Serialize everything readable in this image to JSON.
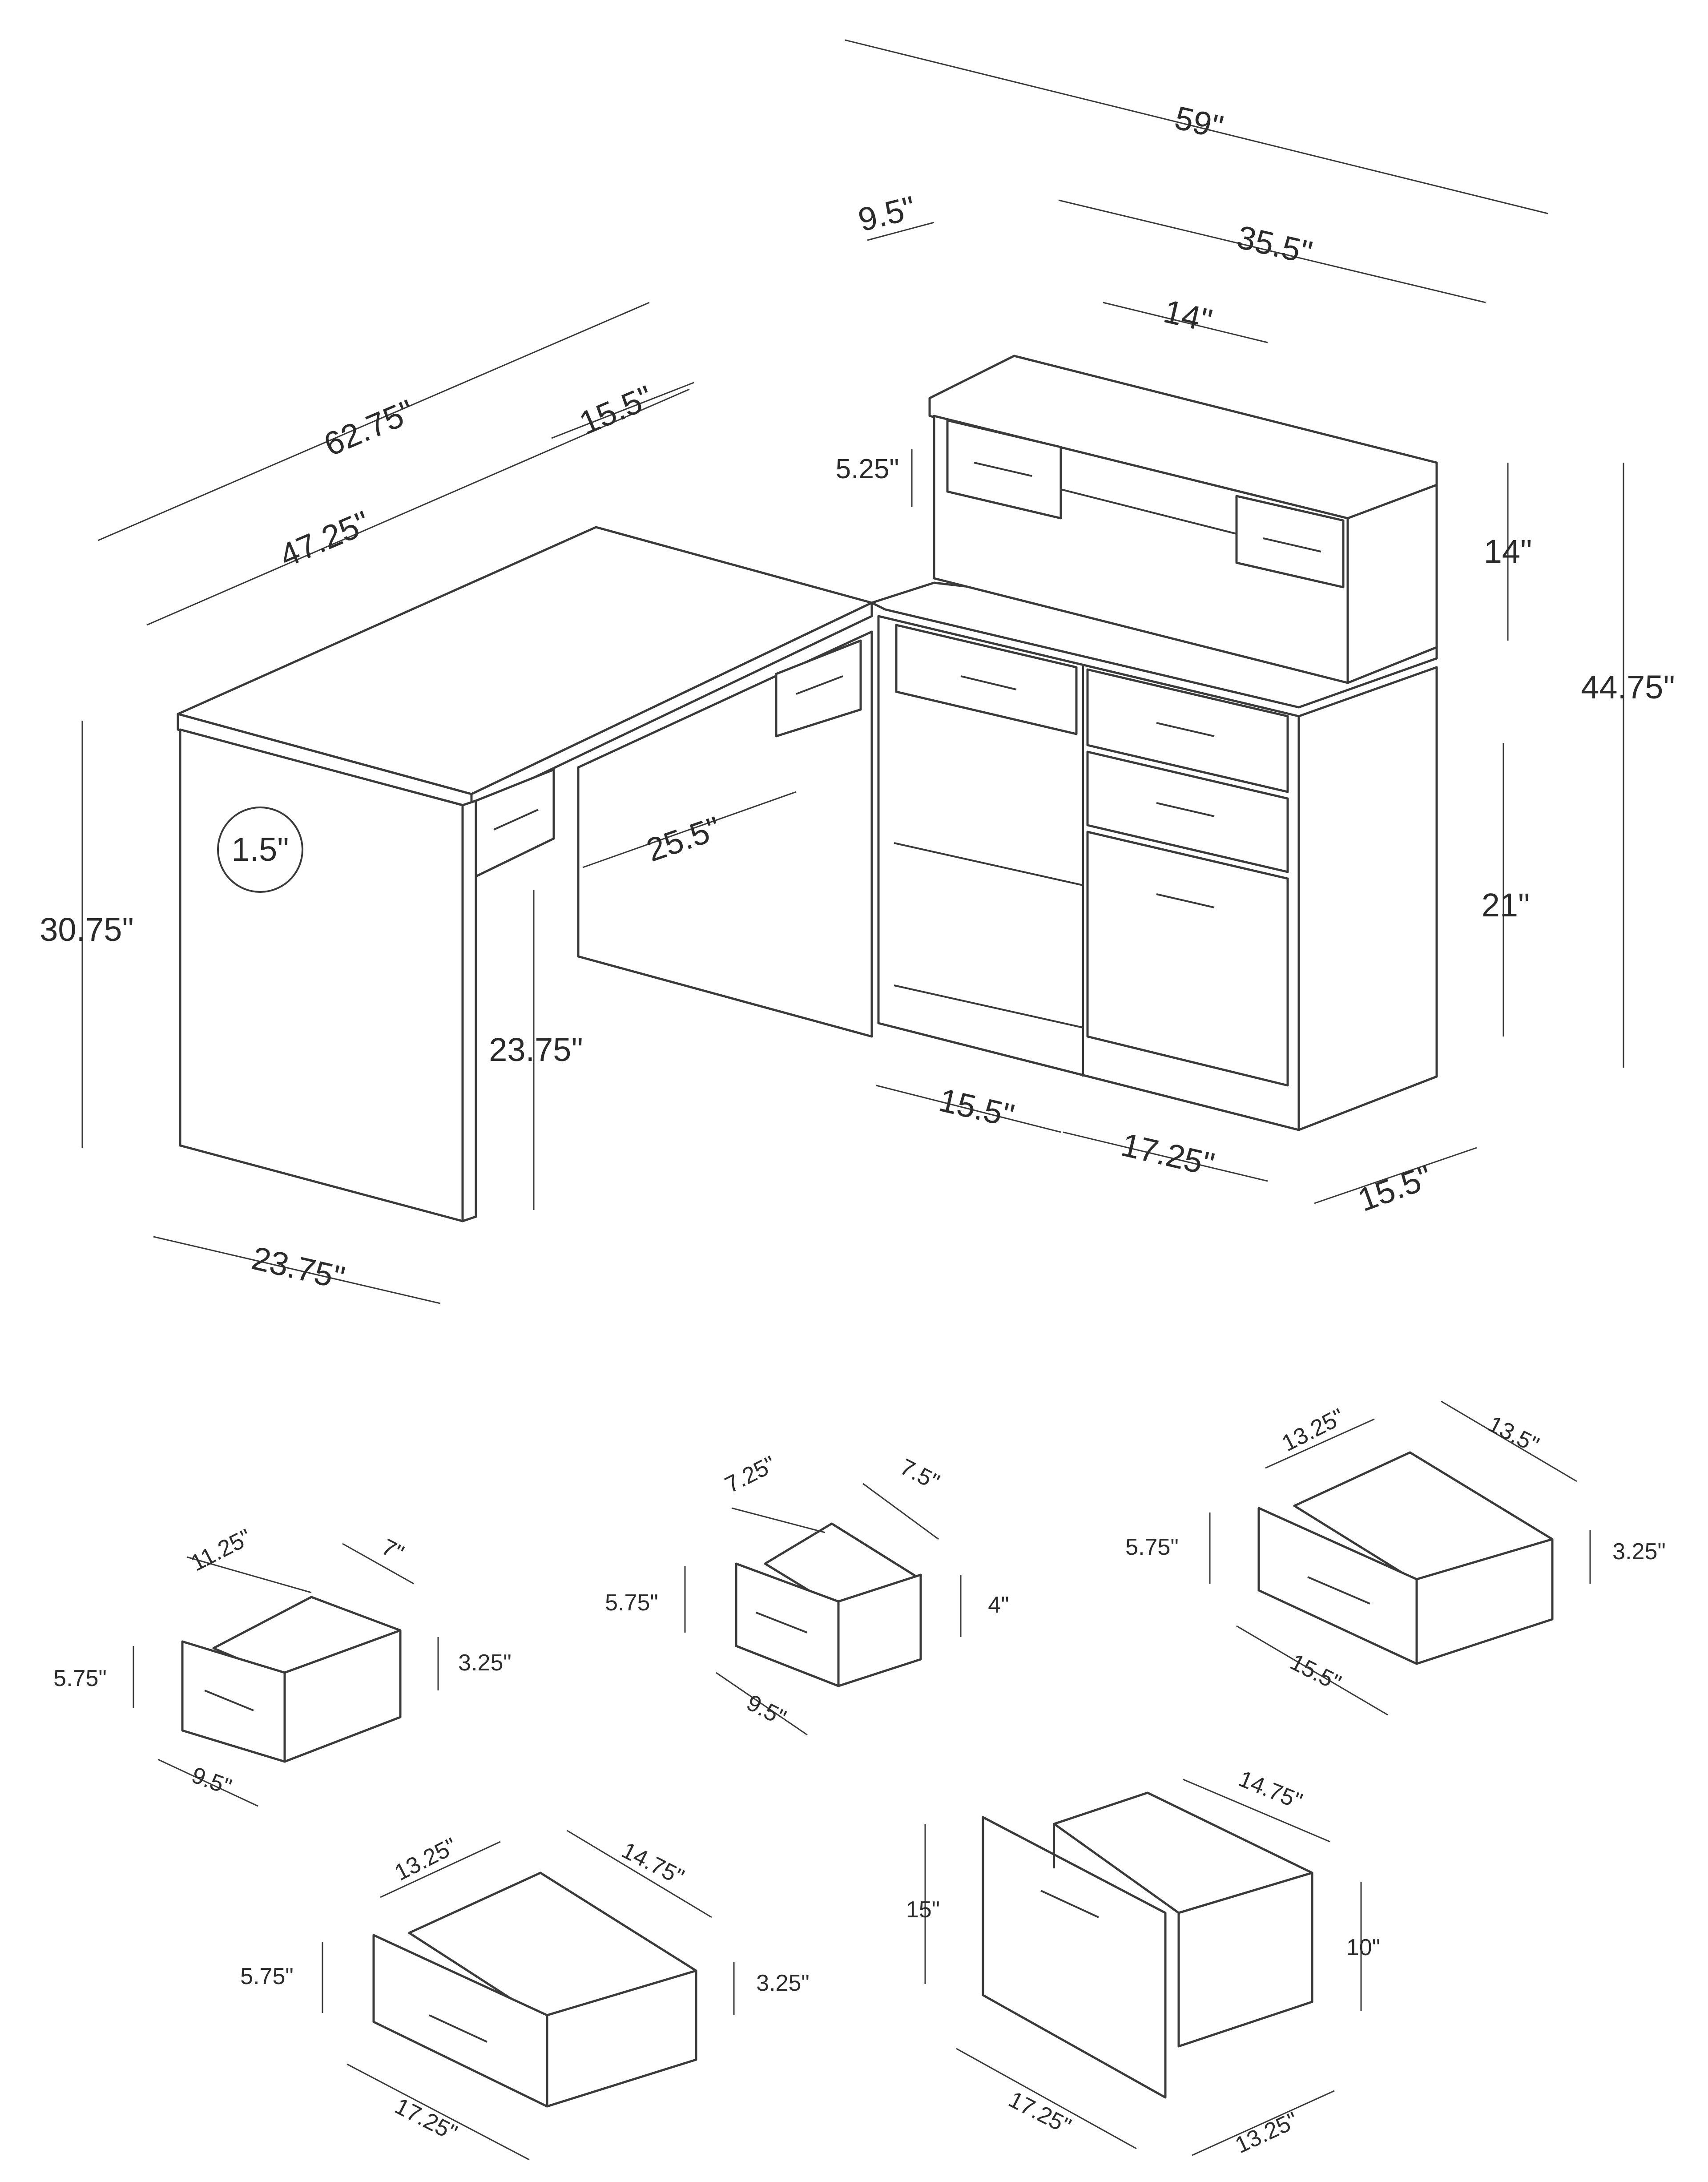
{
  "desk": {
    "overall_width": "59\"",
    "depth_top_left": "9.5\"",
    "hutch_width": "35.5\"",
    "hutch_open": "14\"",
    "long_side": "62.75\"",
    "return_depth": "15.5\"",
    "inner_length": "47.25\"",
    "small_drawer_h": "5.25\"",
    "hutch_height": "14\"",
    "total_height": "44.75\"",
    "desk_height": "30.75\"",
    "top_thickness": "1.5\"",
    "knee_width": "25.5\"",
    "knee_height": "23.75\"",
    "cabinet_inner_h": "21\"",
    "left_depth": "23.75\"",
    "cab_left_w": "15.5\"",
    "cab_right_w": "17.25\"",
    "cab_depth": "15.5\""
  },
  "drawers": {
    "d1": {
      "width": "11.25\"",
      "depth": "7\"",
      "height": "5.75\"",
      "inner": "3.25\"",
      "front": "9.5\""
    },
    "d2": {
      "width": "7.25\"",
      "depth": "7.5\"",
      "height": "5.75\"",
      "inner": "4\"",
      "front": "9.5\""
    },
    "d3": {
      "width": "13.25\"",
      "depth": "13.5\"",
      "height": "5.75\"",
      "inner": "3.25\"",
      "front": "15.5\""
    },
    "d4": {
      "width": "13.25\"",
      "depth": "14.75\"",
      "height": "5.75\"",
      "inner": "3.25\"",
      "front": "17.25\""
    },
    "d5": {
      "depth": "14.75\"",
      "height": "15\"",
      "inner": "10\"",
      "front": "17.25\"",
      "side": "13.25\""
    }
  }
}
